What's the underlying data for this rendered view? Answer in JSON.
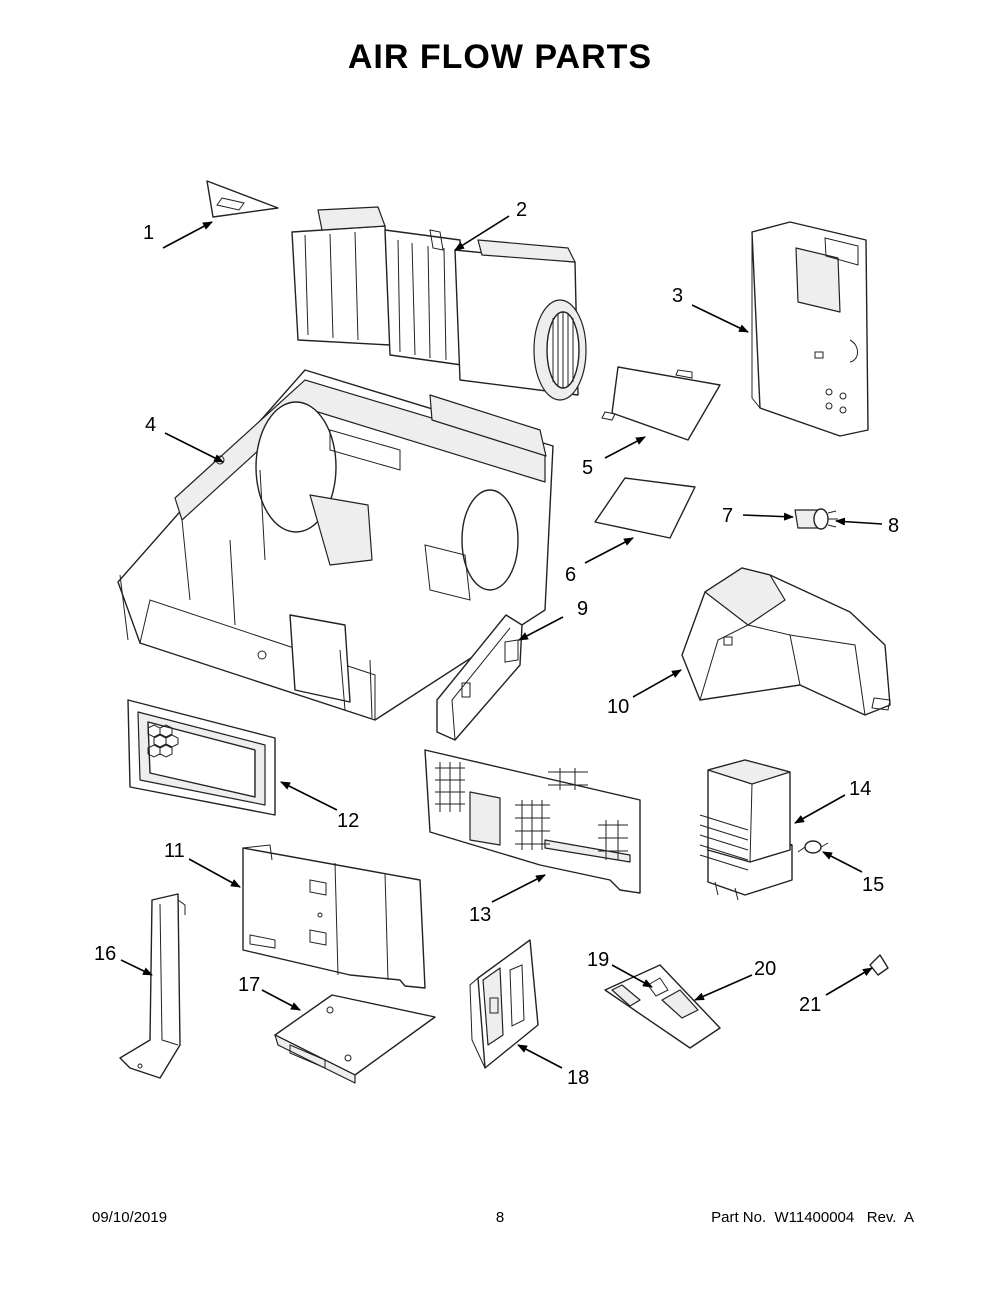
{
  "title": "AIR FLOW PARTS",
  "callouts": [
    {
      "id": "1",
      "text": "1"
    },
    {
      "id": "2",
      "text": "2"
    },
    {
      "id": "3",
      "text": "3"
    },
    {
      "id": "4",
      "text": "4"
    },
    {
      "id": "5",
      "text": "5"
    },
    {
      "id": "6",
      "text": "6"
    },
    {
      "id": "7",
      "text": "7"
    },
    {
      "id": "8",
      "text": "8"
    },
    {
      "id": "9",
      "text": "9"
    },
    {
      "id": "10",
      "text": "10"
    },
    {
      "id": "11",
      "text": "11"
    },
    {
      "id": "12",
      "text": "12"
    },
    {
      "id": "13",
      "text": "13"
    },
    {
      "id": "14",
      "text": "14"
    },
    {
      "id": "15",
      "text": "15"
    },
    {
      "id": "16",
      "text": "16"
    },
    {
      "id": "17",
      "text": "17"
    },
    {
      "id": "18",
      "text": "18"
    },
    {
      "id": "19",
      "text": "19"
    },
    {
      "id": "20",
      "text": "20"
    },
    {
      "id": "21",
      "text": "21"
    }
  ],
  "footer": {
    "date": "09/10/2019",
    "page": "8",
    "part": "Part No.  W11400004   Rev.  A"
  }
}
